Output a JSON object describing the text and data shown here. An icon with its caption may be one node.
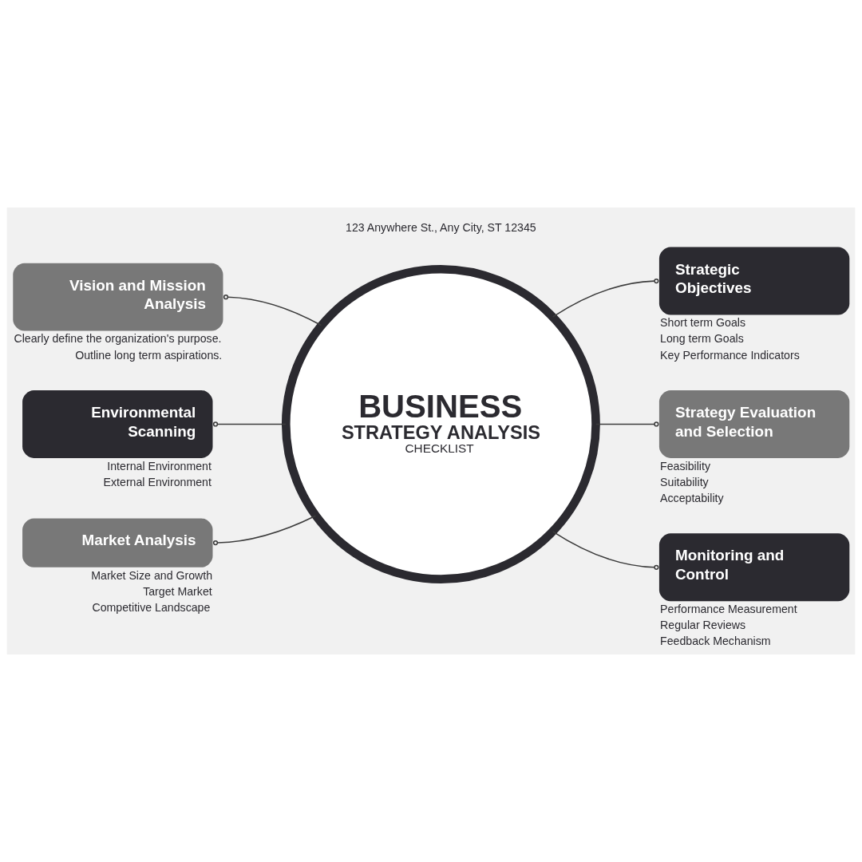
{
  "diagram": {
    "nodes": [
      {
        "text": [
          "Vision and Mission Analysis"
        ],
        "beside": [
          "Clearly define the organization's purpose.",
          "Outline long term aspirations."
        ]
      },
      {
        "text": [
          "Strategic Objectives"
        ],
        "beside": [
          "Short term Goals",
          "Long term Goals",
          "Key Performance Indicators"
        ]
      },
      {
        "text": [
          "BUSINESS",
          "STRATEGY ANALYSIS",
          "CHECKLIST"
        ]
      },
      {
        "text": [
          "Environmental Scanning"
        ],
        "beside": [
          "Internal Environment",
          "External Environment"
        ]
      },
      {
        "text": [
          "Strategy Evaluation and Selection"
        ],
        "beside": [
          "Feasibility",
          "Suitability",
          "Acceptability"
        ]
      },
      {
        "text": [
          "Market Analysis"
        ],
        "beside": [
          "Market Size and Growth",
          "Target Market",
          "Competitive Landscape"
        ]
      },
      {
        "text": [
          "Monitoring and Control"
        ],
        "beside": [
          "Performance Measurement",
          "Regular Reviews",
          "Feedback Mechanism"
        ]
      }
    ],
    "edges": [
      {
        "from": 0,
        "to": 2,
        "arrow": "other"
      },
      {
        "from": 2,
        "to": 1,
        "arrow": "other"
      },
      {
        "from": 3,
        "to": 2,
        "arrow": "other"
      },
      {
        "from": 2,
        "to": 4,
        "arrow": "other"
      },
      {
        "from": 5,
        "to": 2,
        "arrow": "other"
      },
      {
        "from": 2,
        "to": 6,
        "arrow": "other"
      }
    ],
    "labels": [
      "123 Anywhere St., Any City, ST 12345"
    ]
  }
}
